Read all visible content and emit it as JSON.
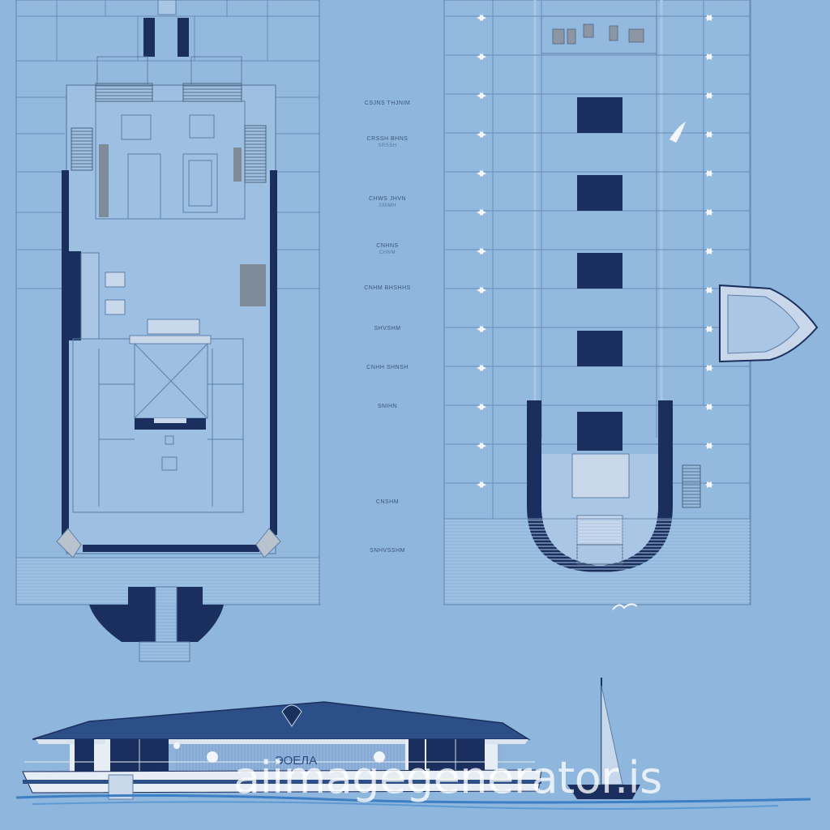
{
  "colors": {
    "background": "#8fb6dc",
    "line": "#5c7fa8",
    "navy": "#1b2f5e",
    "floor": "#9fc0e2",
    "water": "#3d7fc4"
  },
  "annotations": [
    {
      "text": "CSJNS THJNIM",
      "sub": ""
    },
    {
      "text": "CRSSH BHNS",
      "sub": "SRSSH"
    },
    {
      "text": "CHWS JHVN",
      "sub": "SNIMH"
    },
    {
      "text": "CNHNS",
      "sub": "CHNM"
    },
    {
      "text": "CNHM BHSHHS",
      "sub": ""
    },
    {
      "text": "SHVSHM",
      "sub": ""
    },
    {
      "text": "CNHH SHNSH",
      "sub": ""
    },
    {
      "text": "SNIHN",
      "sub": ""
    },
    {
      "text": "CNSHM",
      "sub": ""
    },
    {
      "text": "SNHVSSHM",
      "sub": ""
    }
  ],
  "elevation": {
    "boat_name": "ЭОЕЛА"
  },
  "watermark": "aiimagegenerator.is"
}
